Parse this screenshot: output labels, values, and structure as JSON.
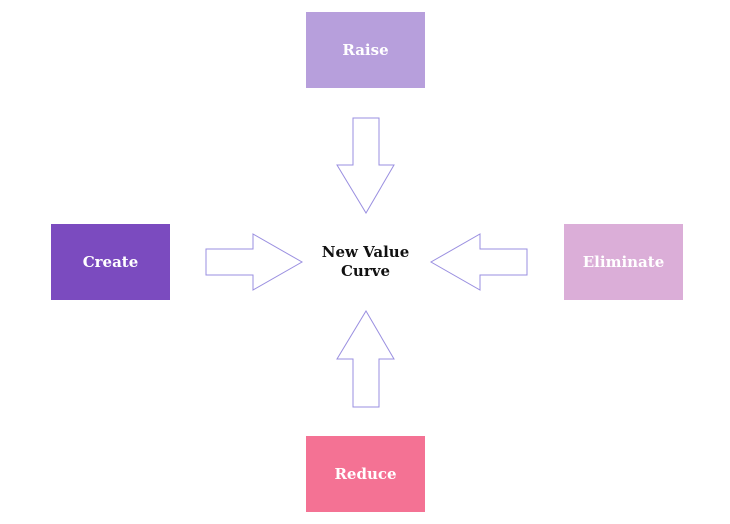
{
  "diagram": {
    "center_label_line1": "New Value",
    "center_label_line2": "Curve",
    "nodes": [
      {
        "id": "raise",
        "label": "Raise",
        "color": "#b79fdc"
      },
      {
        "id": "create",
        "label": "Create",
        "color": "#7b4bbf"
      },
      {
        "id": "eliminate",
        "label": "Eliminate",
        "color": "#dbaed8"
      },
      {
        "id": "reduce",
        "label": "Reduce",
        "color": "#f47294"
      }
    ],
    "arrow_stroke": "#9a8fe0"
  }
}
